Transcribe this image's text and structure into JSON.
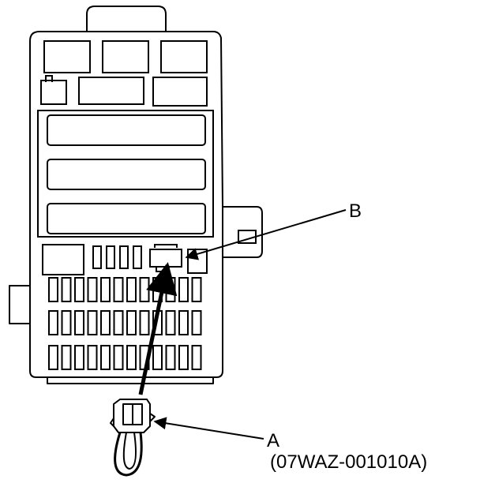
{
  "callouts": {
    "a": {
      "letter": "A",
      "part_number": "(07WAZ-001010A)"
    },
    "b": {
      "letter": "B"
    }
  },
  "colors": {
    "line": "#000000",
    "fill": "#ffffff",
    "background": "#ffffff"
  }
}
